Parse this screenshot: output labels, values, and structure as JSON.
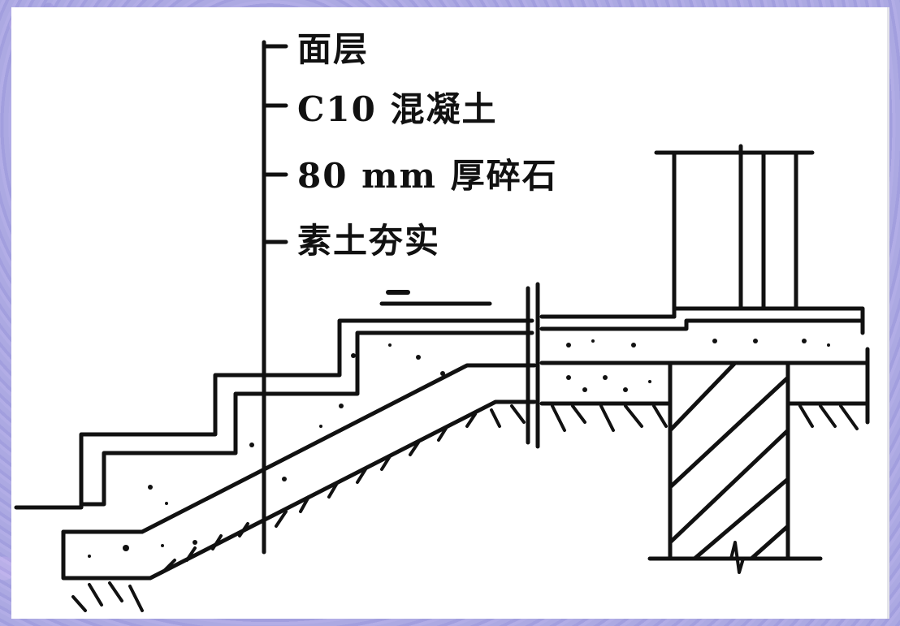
{
  "diagram": {
    "type": "construction-section",
    "subject": "exterior steps on compacted soil adjoining building floor slab and foundation wall",
    "layer_labels": [
      {
        "id": "surface",
        "text": "面层"
      },
      {
        "id": "concrete",
        "text": "C10 混凝土"
      },
      {
        "id": "gravel",
        "text": "80 mm 厚碎石"
      },
      {
        "id": "soil",
        "text": "素土夯实"
      }
    ],
    "level_mark": "一",
    "colors": {
      "line": "#111111",
      "background": "#ffffff",
      "frame": "#a9a8e0"
    }
  }
}
